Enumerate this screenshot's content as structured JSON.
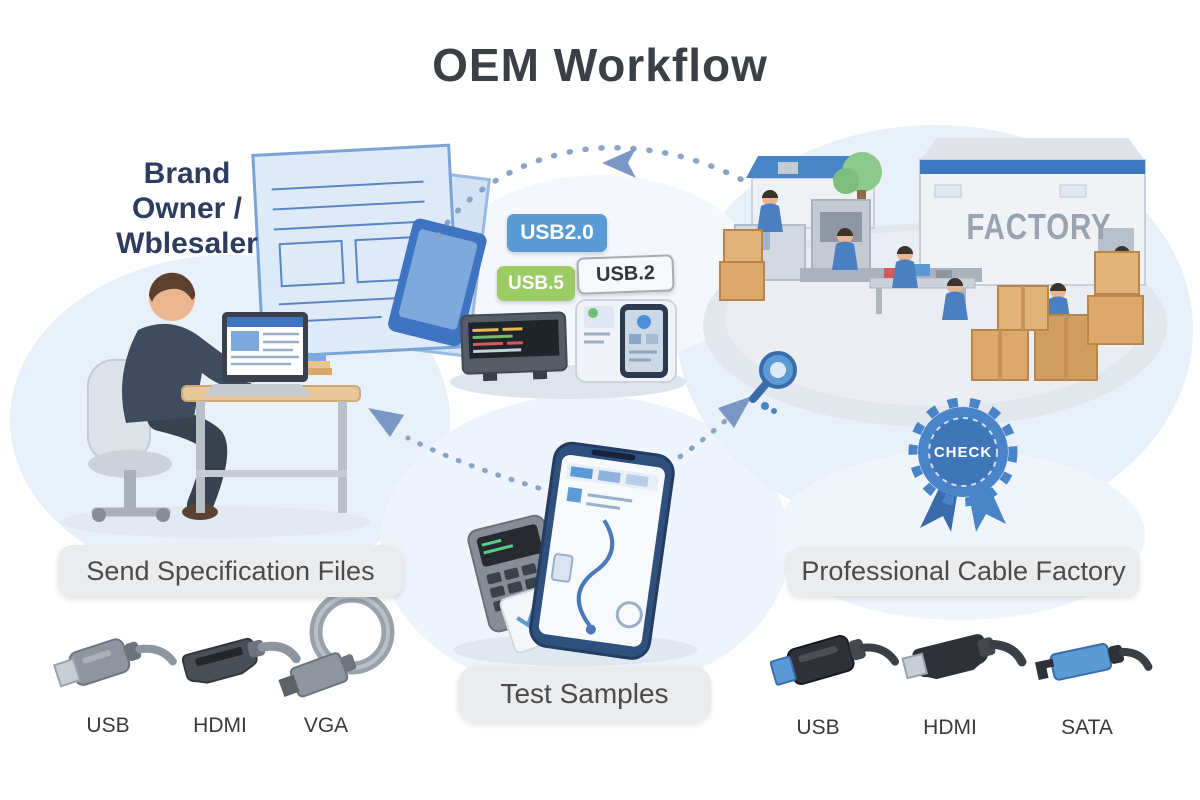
{
  "title": "OEM Workflow",
  "brand_owner": {
    "label": "Brand\nOwner /\nWblesaler"
  },
  "usb_badges": [
    {
      "label": "USB2.0",
      "color": "#5b9bd5"
    },
    {
      "label": "USB.5",
      "color": "#9ccc65"
    },
    {
      "label": "USB.2",
      "color": "#f7f8f9"
    }
  ],
  "factory": {
    "sign": "FACTORY",
    "check_badge": "CHECK"
  },
  "pills": {
    "send_spec": "Send Specification Files",
    "factory": "Professional Cable Factory",
    "test_samples": "Test Samples"
  },
  "connectors_left": [
    "USB",
    "HDMI",
    "VGA"
  ],
  "connectors_right": [
    "USB",
    "HDMI",
    "SATA"
  ],
  "colors": {
    "accent_blue": "#4a84c8",
    "badge_blue": "#5b9bd5",
    "badge_green": "#9ccc65",
    "arrow": "#8aa4c8",
    "pill_bg": "#ebecee",
    "box_tan": "#dca96b",
    "blueprint_blue": "#7aa3d6"
  }
}
